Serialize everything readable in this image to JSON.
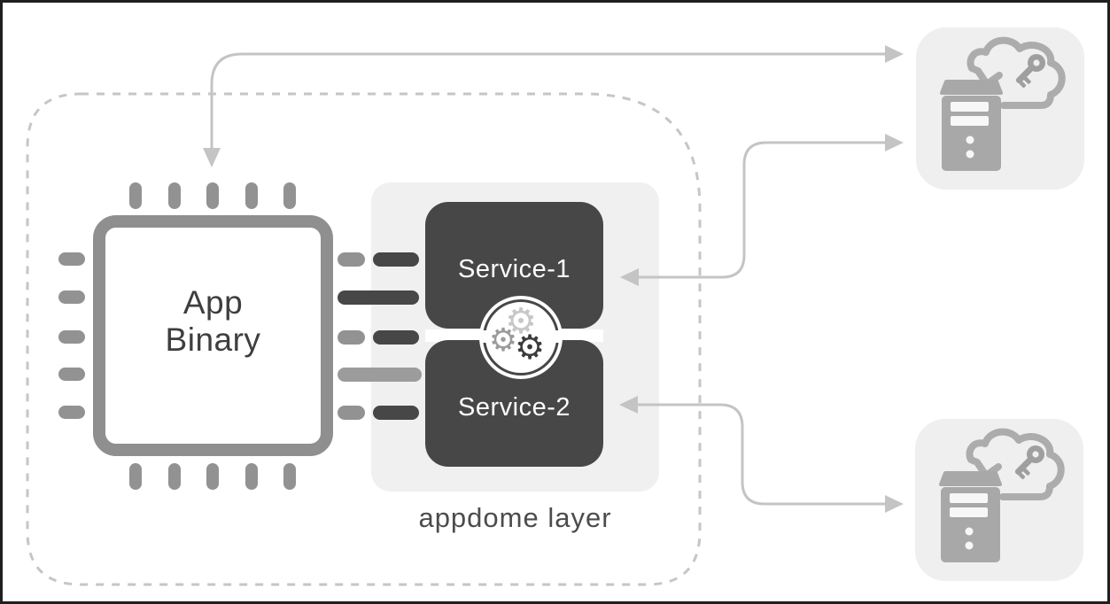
{
  "diagram": {
    "title_hint": "app binary fused with appdome layer services connecting to key servers",
    "chip": {
      "icon": "cpu-chip-icon",
      "label_line1": "App",
      "label_line2": "Binary"
    },
    "appdome": {
      "label": "appdome layer",
      "gear_glyph": "⚙",
      "services": [
        {
          "label": "Service-1"
        },
        {
          "label": "Service-2"
        }
      ]
    },
    "servers": {
      "top": {
        "icon": "server-cloud-key-icon"
      },
      "bottom": {
        "icon": "server-cloud-key-icon"
      }
    },
    "colors": {
      "service_box": "#474747",
      "appdome_bg": "#f0f0f0",
      "chip_gray": "#8f8f8f",
      "connector_dark": "#474747",
      "connector_gray": "#9c9c9c",
      "arrow": "#c4c4c4",
      "dashed_border": "#c6c6c6",
      "server_bg": "#efefef",
      "icon_gray": "#a8a8a8",
      "gear_light": "#c7c7c7",
      "gear_mid": "#9b9b9b",
      "gear_dark": "#3c3c3c",
      "text_dark": "#3e3e3e"
    }
  }
}
